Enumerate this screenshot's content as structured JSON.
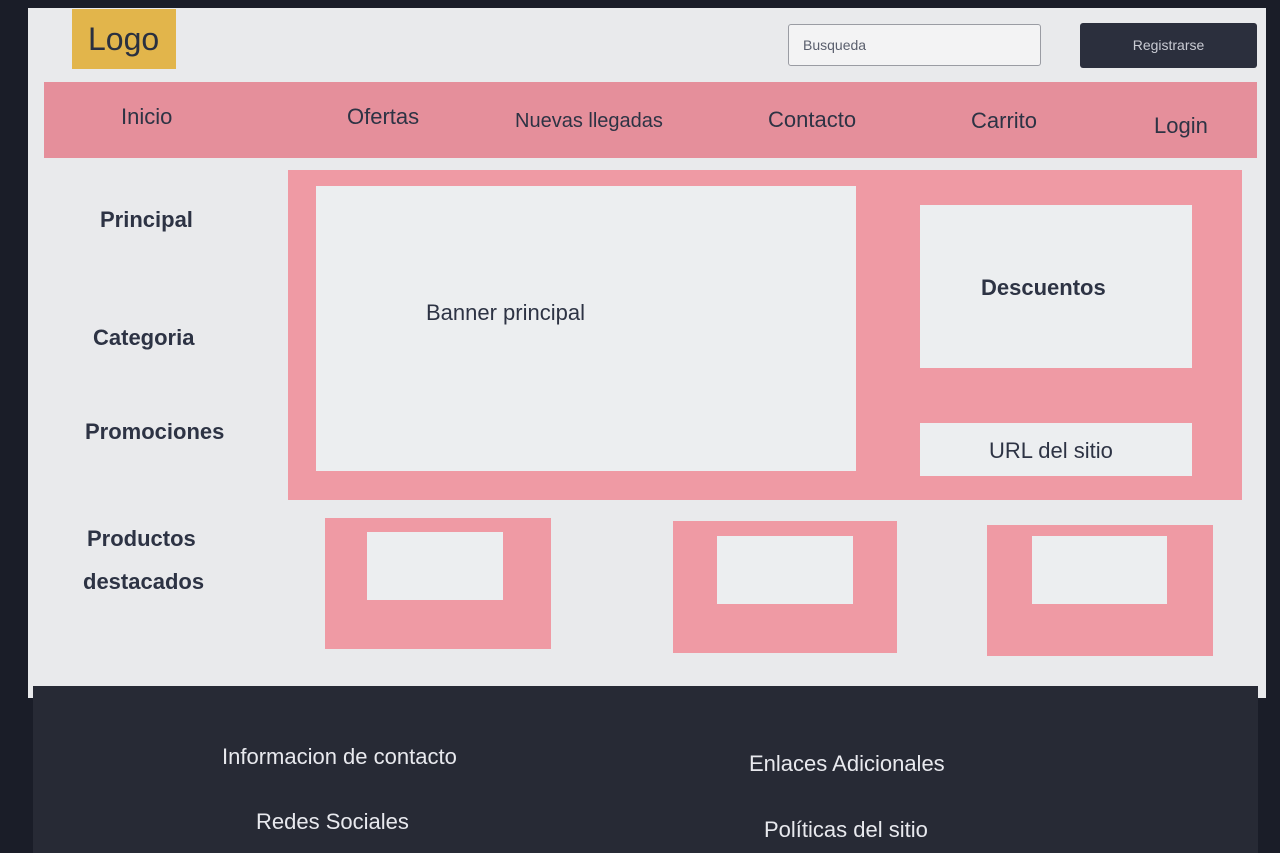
{
  "header": {
    "logo": "Logo",
    "search_placeholder": "Busqueda",
    "register_label": "Registrarse"
  },
  "nav": {
    "items": [
      "Inicio",
      "Ofertas",
      "Nuevas llegadas",
      "Contacto",
      "Carrito",
      "Login"
    ]
  },
  "sidebar": {
    "principal": "Principal",
    "categoria": "Categoria",
    "promociones": "Promociones",
    "productos_line1": "Productos",
    "productos_line2": "destacados"
  },
  "hero": {
    "banner_label": "Banner principal",
    "discounts_label": "Descuentos",
    "url_label": "URL del sitio"
  },
  "footer": {
    "contact_info": "Informacion de contacto",
    "extra_links": "Enlaces Adicionales",
    "social": "Redes Sociales",
    "policies": "Políticas del sitio"
  },
  "colors": {
    "accent_pink": "#e58f9b",
    "logo_gold": "#e2b54b",
    "dark": "#272a35"
  }
}
